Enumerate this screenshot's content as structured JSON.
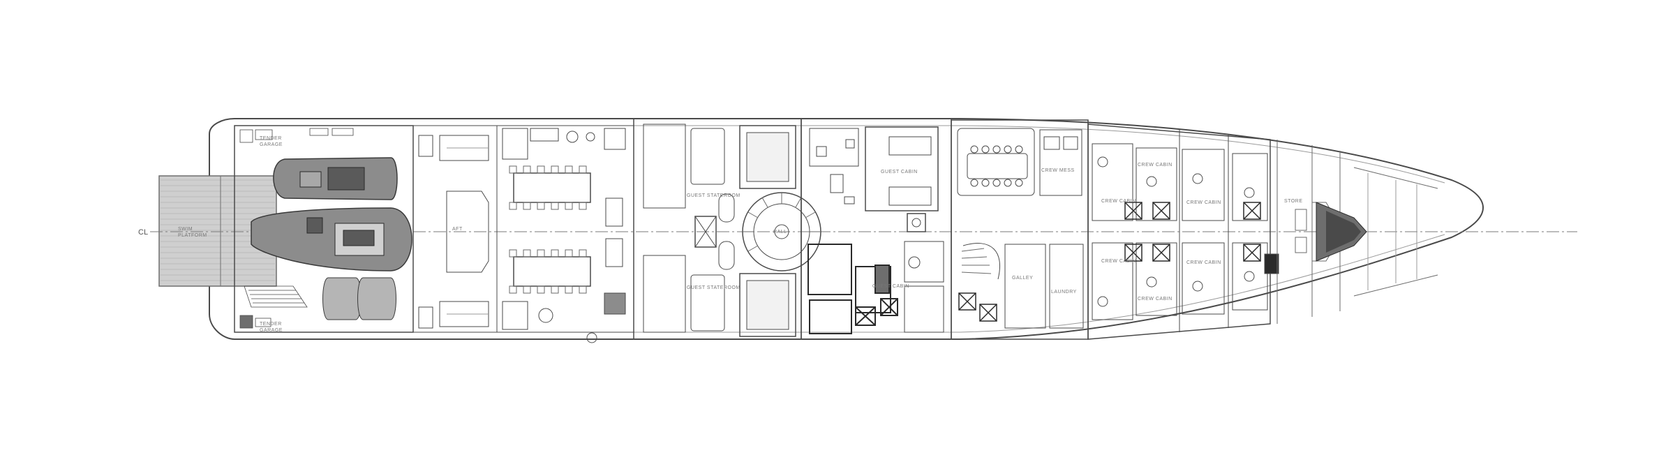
{
  "plan": {
    "centerline_marker": "CL",
    "labels": {
      "swim_platform": "SWIM\nPLATFORM",
      "tender_garage_top": "TENDER\nGARAGE",
      "tender_garage_bottom": "TENDER\nGARAGE",
      "aft_lobby": "AFT",
      "stair_hall": "HALL",
      "guest_stateroom_port": "GUEST STATEROOM",
      "guest_stateroom_stbd": "GUEST STATEROOM",
      "guest_cabin_1": "GUEST CABIN",
      "guest_cabin_2": "GUEST CABIN",
      "crew_mess": "CREW MESS",
      "galley": "GALLEY",
      "laundry": "LAUNDRY",
      "crew_cabin_1": "CREW CABIN",
      "crew_cabin_2": "CREW CABIN",
      "crew_cabin_3": "CREW CABIN",
      "crew_cabin_4": "CREW CABIN",
      "crew_cabin_5": "CREW CABIN",
      "crew_cabin_6": "CREW CABIN",
      "storage": "STORE"
    },
    "colors": {
      "line": "#4a4a4a",
      "light_line": "#9a9a9a",
      "tender_fill": "#8c8c8c",
      "tender_dark": "#5a5a5a",
      "platform_fill": "#cfcfcf",
      "bow_fill": "#6e6e6e"
    }
  }
}
